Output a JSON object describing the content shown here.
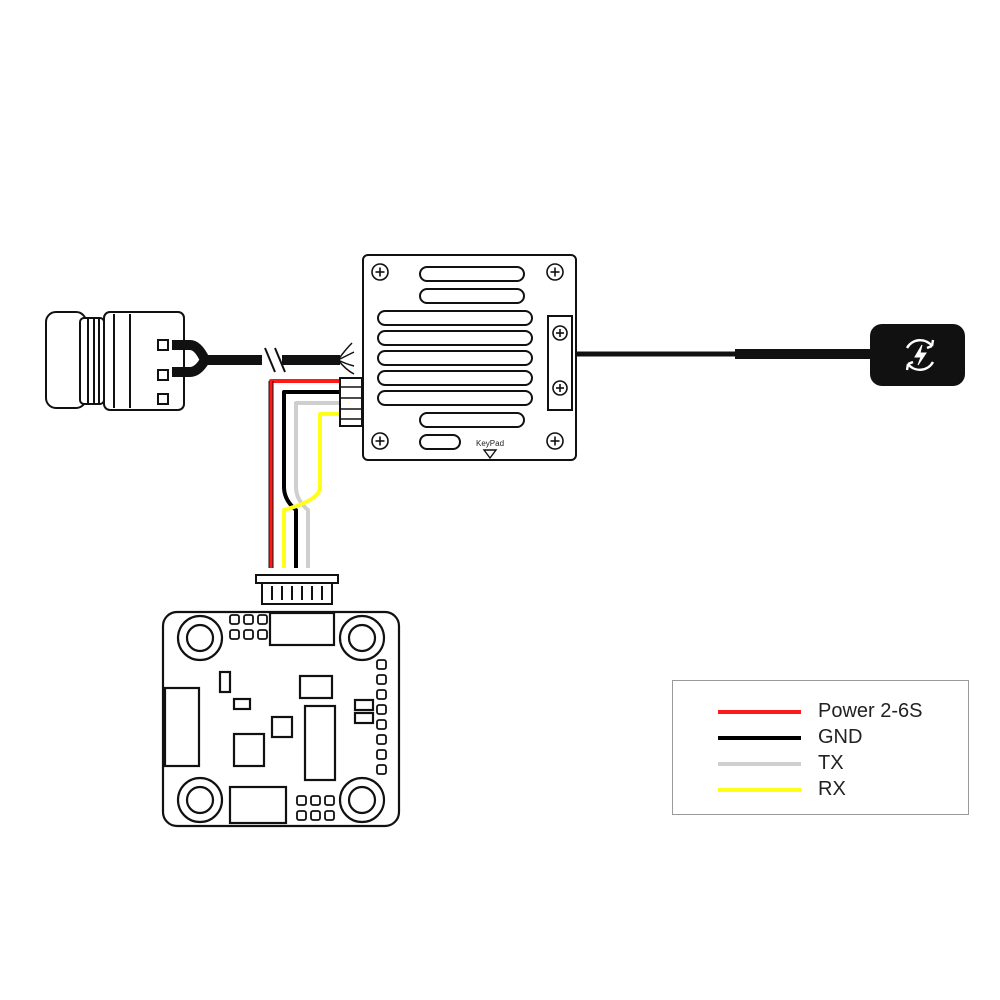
{
  "diagram": {
    "vtx_keypad_label": "KeyPad"
  },
  "legend": {
    "items": [
      {
        "label": "Power 2-6S",
        "color": "#ff1a1a"
      },
      {
        "label": "GND",
        "color": "#000000"
      },
      {
        "label": "TX",
        "color": "#cfcfcf"
      },
      {
        "label": "RX",
        "color": "#ffff1a"
      }
    ]
  },
  "colors": {
    "outline": "#111111",
    "cable": "#111111",
    "power": "#ff1a1a",
    "gnd": "#000000",
    "tx": "#cfcfcf",
    "rx": "#ffff1a"
  }
}
